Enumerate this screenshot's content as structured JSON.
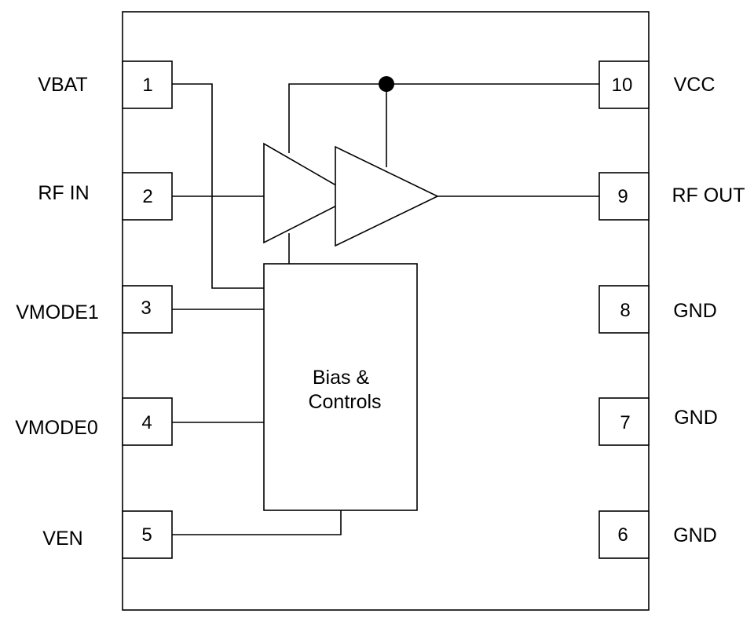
{
  "pins_left": [
    {
      "num": "1",
      "label": "VBAT"
    },
    {
      "num": "2",
      "label": "RF IN"
    },
    {
      "num": "3",
      "label": "VMODE1"
    },
    {
      "num": "4",
      "label": "VMODE0"
    },
    {
      "num": "5",
      "label": "VEN"
    }
  ],
  "pins_right": [
    {
      "num": "10",
      "label": "VCC"
    },
    {
      "num": "9",
      "label": "RF OUT"
    },
    {
      "num": "8",
      "label": "GND"
    },
    {
      "num": "7",
      "label": "GND"
    },
    {
      "num": "6",
      "label": "GND"
    }
  ],
  "bias_block": {
    "line1": "Bias &",
    "line2": "Controls"
  }
}
